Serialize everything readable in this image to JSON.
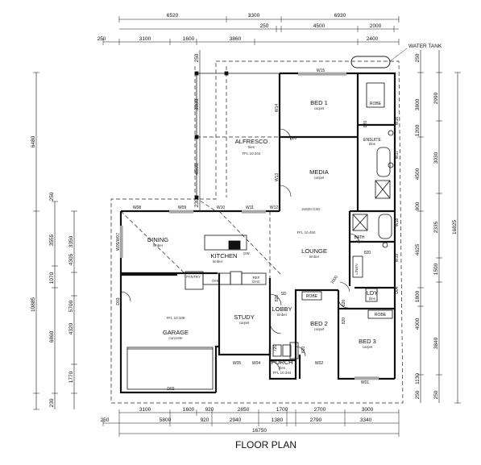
{
  "title": "FLOOR PLAN",
  "water_tank": "WATER TANK",
  "dims": {
    "top_row1": [
      "6520",
      "3300",
      "6930"
    ],
    "top_row2": [
      "250",
      "4500",
      "2000"
    ],
    "top_row3": [
      "250",
      "3100",
      "1600",
      "3860",
      "2400"
    ],
    "bottom_row1": [
      "3100",
      "1600",
      "920",
      "2850",
      "1700",
      "2700",
      "3000"
    ],
    "bottom_row2": [
      "250",
      "5800",
      "920",
      "2940",
      "1380",
      "2790",
      "3340"
    ],
    "bottom_total": "16750",
    "left_outer": [
      "6480",
      "10885",
      "230"
    ],
    "left_mid": [
      "250",
      "3555",
      "1070",
      "6860"
    ],
    "left_inner": [
      "3350",
      "4305",
      "5700",
      "4320",
      "1770"
    ],
    "left_top": [
      "250",
      "3800",
      "4500",
      "230"
    ],
    "right_inner": [
      "250",
      "3800",
      "1200",
      "4500",
      "900",
      "4625",
      "1800",
      "4000",
      "1130",
      "250"
    ],
    "right_mid": [
      "2990",
      "3030",
      "2335",
      "1500",
      "3840",
      "250"
    ],
    "right_outer": "16825"
  },
  "rooms": {
    "alfresco": {
      "name": "ALFRESCO",
      "finish": "tiles",
      "ffl": "FFL 10.344"
    },
    "bed1": {
      "name": "BED 1",
      "finish": "carpet"
    },
    "robe": "ROBE",
    "ensuite": {
      "name": "ENSUITE",
      "finish": "tiles"
    },
    "media": {
      "name": "MEDIA",
      "finish": "carpet"
    },
    "dining": {
      "name": "DINING",
      "finish": "timber"
    },
    "kitchen": {
      "name": "KITCHEN",
      "finish": "timber"
    },
    "lounge": {
      "name": "LOUNGE",
      "finish": "timber",
      "ffl": "FFL 10.450"
    },
    "bath": {
      "name": "BATH",
      "finish": "tiles"
    },
    "linen": "LINEN",
    "ldy": {
      "name": "LDY",
      "finish": "tiles"
    },
    "garage": {
      "name": "GARAGE",
      "finish": "concrete",
      "ffl": "FFL 10.108"
    },
    "study": {
      "name": "STUDY",
      "finish": "carpet"
    },
    "lobby": {
      "name": "LOBBY",
      "finish": "timber"
    },
    "bed2": {
      "name": "BED 2",
      "finish": "carpet"
    },
    "bed3": {
      "name": "BED 3",
      "finish": "carpet"
    },
    "porch": {
      "name": "PORCH",
      "finish": "tiles",
      "ffl": "FFL 10.344"
    },
    "robe2": "ROBE",
    "robe3": "ROBE",
    "pantry": "PANTRY",
    "dw": "DW",
    "ref": "REF",
    "ohc1": "OHC",
    "ohc2": "OHC",
    "csd": "2x820 CSD"
  },
  "tags": {
    "w15": "W15",
    "w14": "W14",
    "w13": "W13",
    "w12": "W12",
    "w11": "W11",
    "w10": "W10",
    "w09": "W09",
    "w08": "W08",
    "w07": "W05/W07",
    "w05": "W05",
    "w04": "W04",
    "w02": "W02",
    "w01": "W01",
    "w16": "W16",
    "w17": "W17",
    "w18": "W18",
    "w19": "W19",
    "d02": "D02",
    "d03": "D03",
    "d04": "D04",
    "s820a": "820",
    "s820b": "820",
    "s820c": "820",
    "s820d": "820",
    "s820e": "820",
    "s820f": "820",
    "s820g": "820",
    "s1000": "1000",
    "s720": "720",
    "sd": "SD"
  }
}
